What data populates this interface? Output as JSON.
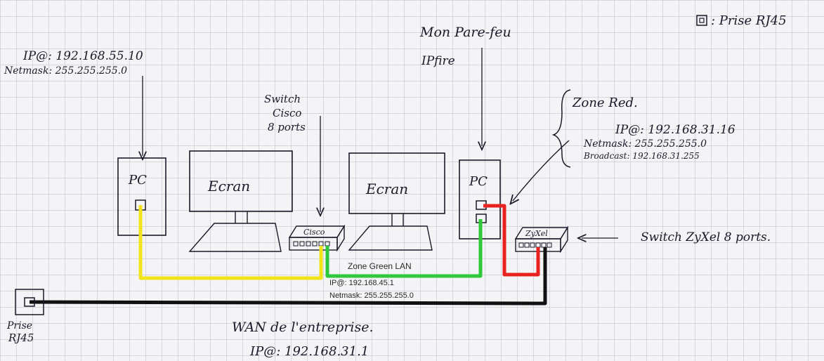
{
  "legend": {
    "icon": "rj45-socket-icon",
    "text": ": Prise RJ45"
  },
  "pc_left": {
    "ip": "IP@: 192.168.55.10",
    "netmask": "Netmask: 255.255.255.0",
    "label": "PC"
  },
  "screen_left": {
    "label": "Ecran"
  },
  "screen_right": {
    "label": "Ecran"
  },
  "switch_cisco": {
    "title_line1": "Switch",
    "title_line2": "Cisco",
    "title_line3": "8 ports",
    "device_label": "Cisco"
  },
  "firewall": {
    "title_line1": "Mon Pare-feu",
    "title_line2": "IPfire",
    "pc_label": "PC"
  },
  "zone_red": {
    "title": "Zone Red.",
    "ip": "IP@: 192.168.31.16",
    "netmask": "Netmask: 255.255.255.0",
    "broadcast": "Broadcast: 192.168.31.255"
  },
  "switch_zyxel": {
    "device_label": "ZyXel",
    "caption": "Switch ZyXel 8 ports."
  },
  "zone_green": {
    "title": "Zone Green LAN",
    "ip": "IP@: 192.168.45.1",
    "netmask": "Netmask: 255.255.255.0"
  },
  "wall_socket": {
    "label_line1": "Prise",
    "label_line2": "RJ45"
  },
  "wan": {
    "title": "WAN de l'entreprise.",
    "ip": "IP@: 192.168.31.1"
  },
  "colors": {
    "cable_yellow": "#f2e41a",
    "cable_green": "#2ec93a",
    "cable_red": "#e8231f",
    "cable_black": "#111111",
    "ink": "#1a1a2a",
    "grid": "#b9bcc4"
  }
}
